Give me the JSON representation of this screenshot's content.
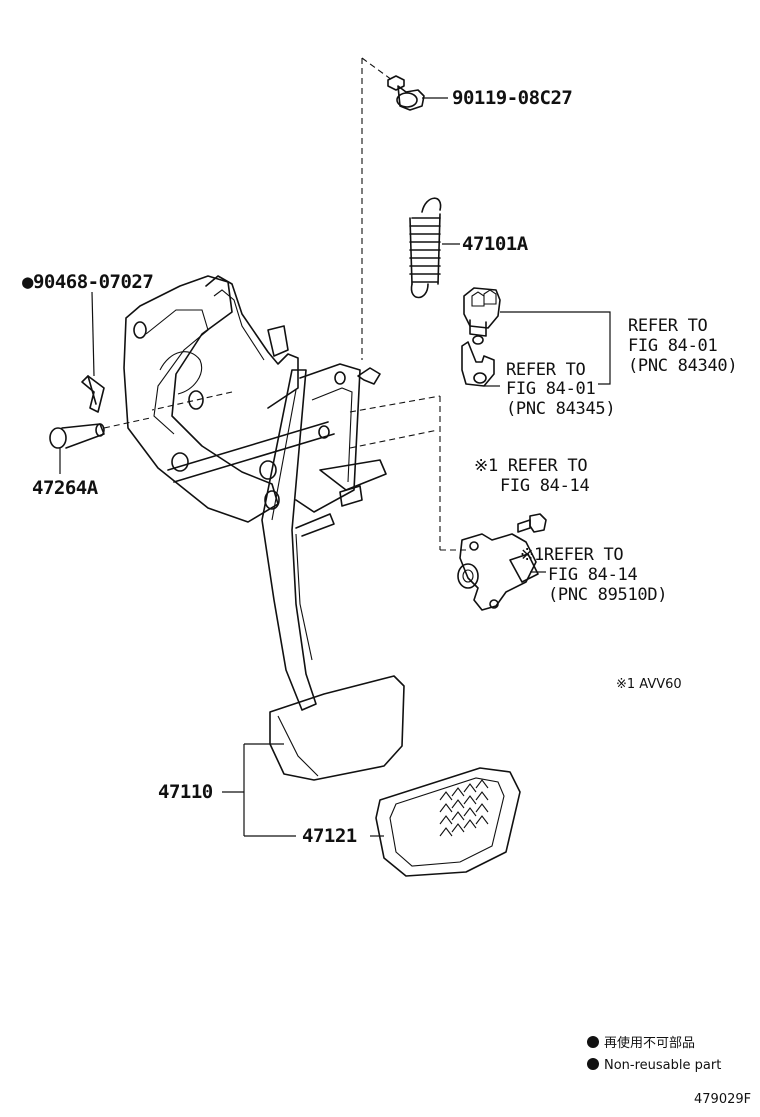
{
  "diagram": {
    "parts": {
      "bolt_top": "90119-08C27",
      "spring": "47101A",
      "pin_clip": "●90468-07027",
      "pin": "47264A",
      "pedal_assy": "47110",
      "pedal_pad": "47121"
    },
    "refs": {
      "stoplamp_switch": [
        "REFER TO",
        "FIG 84-01",
        "(PNC 84340)"
      ],
      "switch_bracket": [
        "REFER TO",
        "FIG 84-01",
        "(PNC 84345)"
      ],
      "bolt_ref": [
        "※1 REFER TO",
        "FIG 84-14"
      ],
      "sensor_ref": [
        "※1REFER TO",
        "FIG 84-14",
        "(PNC 89510D)"
      ]
    },
    "note": "※1 AVV60",
    "legend": {
      "ja": "再使用不可部品",
      "en": "Non-reusable part"
    },
    "diagram_id": "479029F"
  }
}
